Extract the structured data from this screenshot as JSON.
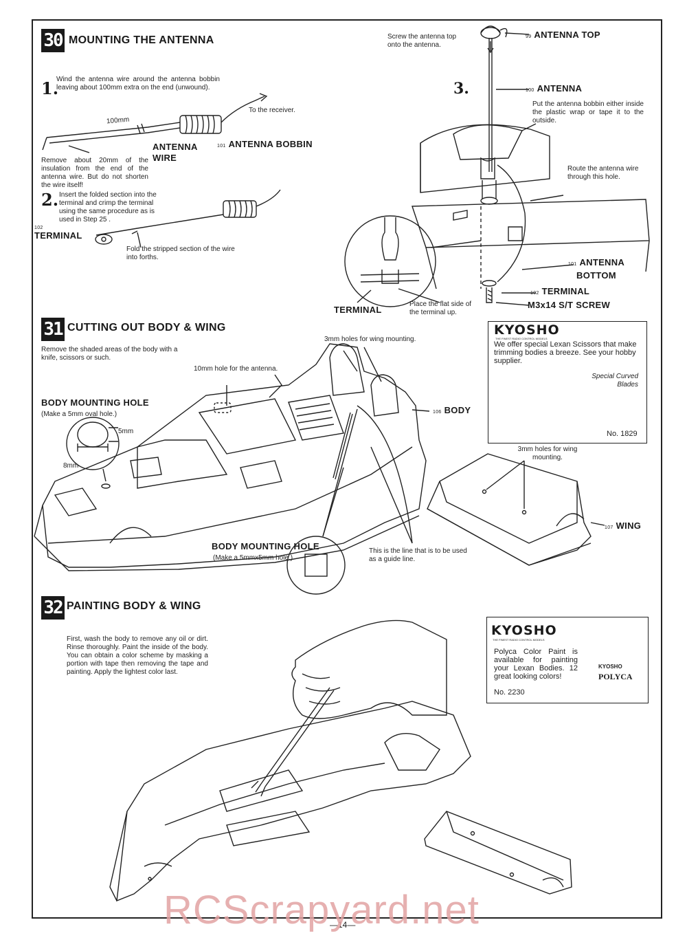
{
  "step30": {
    "number": "30",
    "title": "MOUNTING THE ANTENNA",
    "sub1_num": "1.",
    "sub1_text": "Wind the antenna wire around the antenna bobbin leaving about 100mm extra on the end (unwound).",
    "to_receiver": "To the receiver.",
    "measure_100mm": "100mm",
    "antenna_wire_label": "ANTENNA WIRE",
    "antenna_bobbin_label": "ANTENNA BOBBIN",
    "antenna_bobbin_part": "101",
    "remove_text": "Remove about 20mm of the insulation from the end of the antenna wire. But do not shorten the wire itself!",
    "sub2_num": "2.",
    "sub2_text": "Insert the folded section into the terminal and crimp the terminal using the same procedure as is used in Step 25 .",
    "terminal_label": "TERMINAL",
    "terminal_part": "102",
    "fold_text": "Fold the stripped section of the wire into forths.",
    "sub3_num": "3.",
    "screw_top_text": "Screw the antenna top onto the antenna.",
    "antenna_top_label": "ANTENNA TOP",
    "antenna_top_part": "99",
    "antenna_label": "ANTENNA",
    "antenna_part": "100",
    "put_bobbin_text": "Put the antenna bobbin either inside the plastic wrap or tape it to the outside.",
    "route_text": "Route the antenna wire through this hole.",
    "antenna_bottom_label": "ANTENNA BOTTOM",
    "antenna_bottom_part": "101",
    "terminal2_label": "TERMINAL",
    "terminal2_part": "102",
    "screw_label": "M3x14 S/T SCREW",
    "terminal3_label": "TERMINAL",
    "flat_side_text": "Place the flat side of the terminal up."
  },
  "step31": {
    "number": "31",
    "title": "CUTTING OUT BODY & WING",
    "intro": "Remove the shaded areas of the body with a knife, scissors or such.",
    "wing_holes_text": "3mm holes for wing mounting.",
    "antenna_hole_text": "10mm hole for the antenna.",
    "body_hole_label": "BODY MOUNTING HOLE",
    "body_hole_sub": "(Make a 5mm oval hole.)",
    "dim_5mm": "5mm",
    "dim_8mm": "8mm",
    "body_label": "BODY",
    "body_part": "106",
    "body_hole2_label": "BODY MOUNTING HOLE",
    "body_hole2_sub": "(Make a 5mmx5mm hole.)",
    "guide_line_text": "This is the line that is to be used as a guide line.",
    "wing_holes2_text": "3mm holes for wing mounting.",
    "wing_label": "WING",
    "wing_part": "107",
    "kyosho_box": {
      "logo": "KYOSHO",
      "tagline": "THE FINEST RADIO CONTROL MODELS",
      "text": "We offer special Lexan Scissors that make trimming bodies a breeze. See your hobby supplier.",
      "blades_label": "Special Curved Blades",
      "item_no": "No. 1829"
    }
  },
  "step32": {
    "number": "32",
    "title": "PAINTING BODY & WING",
    "text": "First, wash the body to remove any oil or dirt. Rinse thoroughly. Paint the inside of the body. You can obtain a color scheme by masking a portion with tape then removing the tape and painting. Apply the lightest color last.",
    "kyosho_box": {
      "logo": "KYOSHO",
      "tagline": "THE FINEST RADIO CONTROL MODELS",
      "text": "Polyca Color Paint is available for painting your Lexan Bodies. 12 great looking colors!",
      "item_no": "No. 2230",
      "jar_logo": "KYOSHO",
      "jar_text": "POLYCA"
    }
  },
  "footer": {
    "page_number": "—14—",
    "watermark": "RCScrapyard.net"
  }
}
